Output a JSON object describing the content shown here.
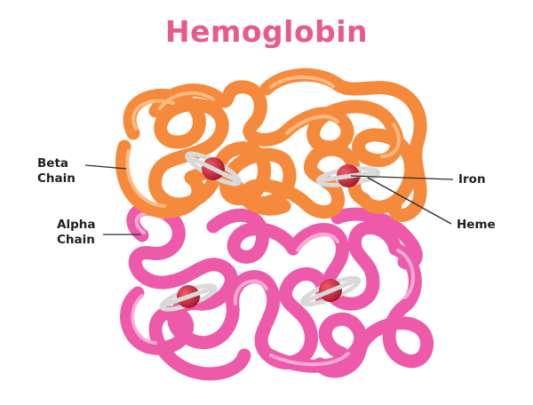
{
  "title": "Hemoglobin",
  "labels": {
    "beta_line1": "Beta",
    "beta_line2": "Chain",
    "alpha_line1": "Alpha",
    "alpha_line2": "Chain",
    "iron": "Iron",
    "heme": "Heme"
  },
  "colors": {
    "title": "#e85a87",
    "beta_chain": "#f68a3c",
    "beta_chain_highlight": "#fdc08a",
    "alpha_chain": "#ec5aa9",
    "alpha_chain_highlight": "#f9b9dc",
    "iron": "#c8243a",
    "heme_ring": "#d9d9d9",
    "leader_line": "#2b2b2b"
  }
}
